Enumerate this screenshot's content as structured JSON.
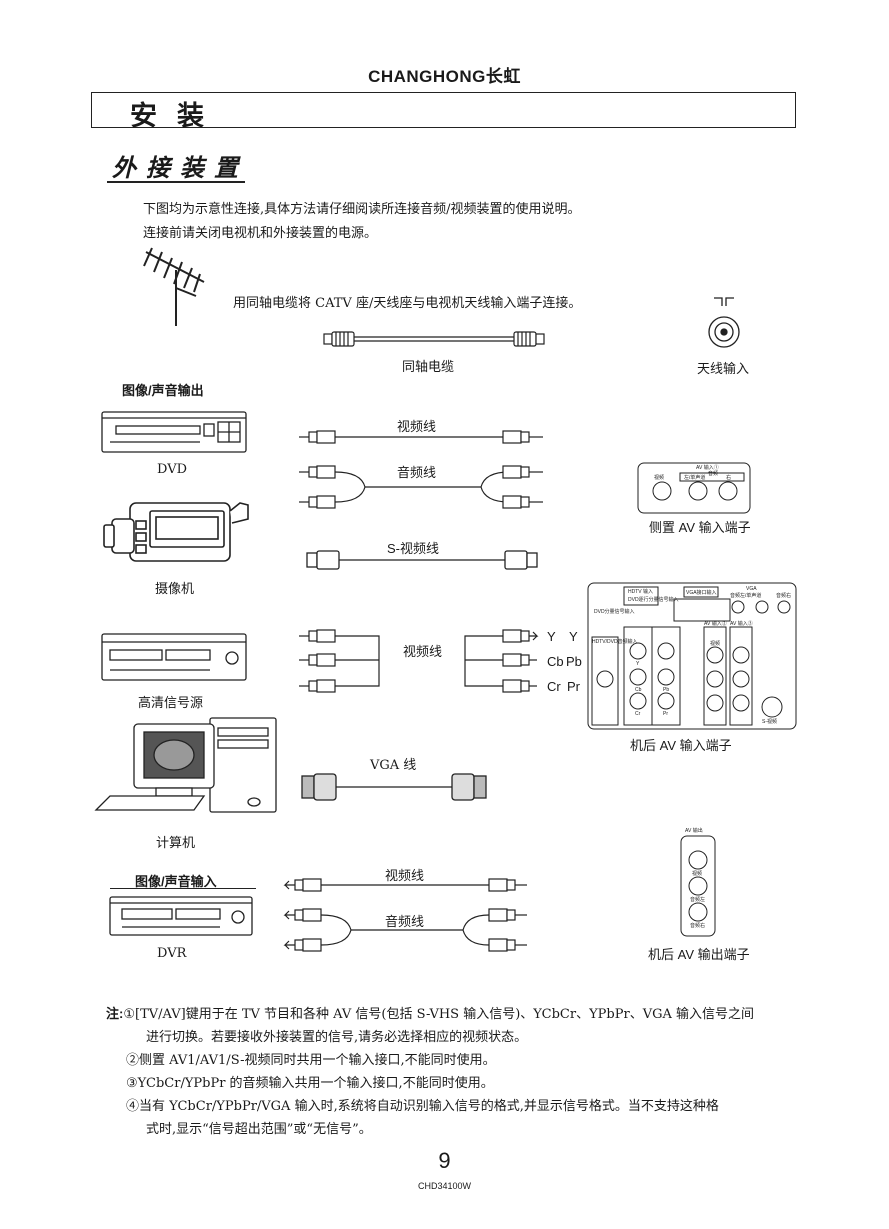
{
  "header": {
    "brand": "CHANGHONG长虹"
  },
  "section": {
    "title": "安装"
  },
  "subsection": {
    "title": "外接装置"
  },
  "intro": {
    "line1": "下图均为示意性连接,具体方法请仔细阅读所连接音频/视频装置的使用说明。",
    "line2": "连接前请关闭电视机和外接装置的电源。"
  },
  "antenna": {
    "instruction": "用同轴电缆将 CATV 座/天线座与电视机天线输入端子连接。",
    "cable_label": "同轴电缆",
    "input_label": "天线输入"
  },
  "labels": {
    "av_out_heading": "图像/声音输出",
    "dvd": "DVD",
    "camcorder": "摄像机",
    "hd_source": "高清信号源",
    "computer": "计算机",
    "av_in_heading": "图像/声音输入",
    "dvr": "DVR"
  },
  "cables": {
    "video": "视频线",
    "audio": "音频线",
    "svideo": "S-视频线",
    "component_video": "视频线",
    "vga": "VGA 线",
    "dvr_video": "视频线",
    "dvr_audio": "音频线"
  },
  "component_ports": {
    "y": "Y",
    "y_alt": "Y",
    "cb": "Cb",
    "pb": "Pb",
    "cr": "Cr",
    "pr": "Pr"
  },
  "terminals": {
    "side_av": "侧置 AV 输入端子",
    "rear_av_in": "机后 AV 输入端子",
    "rear_av_out": "机后 AV 输出端子"
  },
  "side_panel": {
    "title": "AV 输入①",
    "video": "视频",
    "audio": "音频",
    "left_mono": "左/单声道",
    "right": "右"
  },
  "rear_panel": {
    "hdtv_in": "HDTV 输入",
    "dvd_progressive": "DVD逐行分量信号输入",
    "dvd_component": "DVD分量信号输入",
    "hdtv_dvd_audio": "HDTV/DVD音频输入",
    "vga_in": "VGA接口输入",
    "vga": "VGA",
    "audio_left_mono": "音频左/单声道",
    "audio_right": "音频右",
    "av_in_2": "AV 输入②",
    "av_in_3": "AV 输入③",
    "video": "视频",
    "y": "Y",
    "cb": "Cb",
    "cr": "Cr",
    "pb": "Pb",
    "pr": "Pr",
    "svideo": "S-视频"
  },
  "out_panel": {
    "title": "AV 输出",
    "video": "视频",
    "audio_left": "音频左",
    "audio_right": "音频右"
  },
  "notes": {
    "prefix": "注:",
    "n1a": "①[TV/AV]键用于在 TV 节目和各种 AV 信号(包括 S-VHS 输入信号)、YCbCr、YPbPr、VGA 输入信号之间",
    "n1b": "进行切换。若要接收外接装置的信号,请务必选择相应的视频状态。",
    "n2": "②侧置 AV1/AV1/S-视频同时共用一个输入接口,不能同时使用。",
    "n3": "③YCbCr/YPbPr 的音频输入共用一个输入接口,不能同时使用。",
    "n4a": "④当有 YCbCr/YPbPr/VGA 输入时,系统将自动识别输入信号的格式,并显示信号格式。当不支持这种格",
    "n4b": "式时,显示“信号超出范围”或“无信号”。"
  },
  "footer": {
    "page": "9",
    "model": "CHD34100W"
  }
}
